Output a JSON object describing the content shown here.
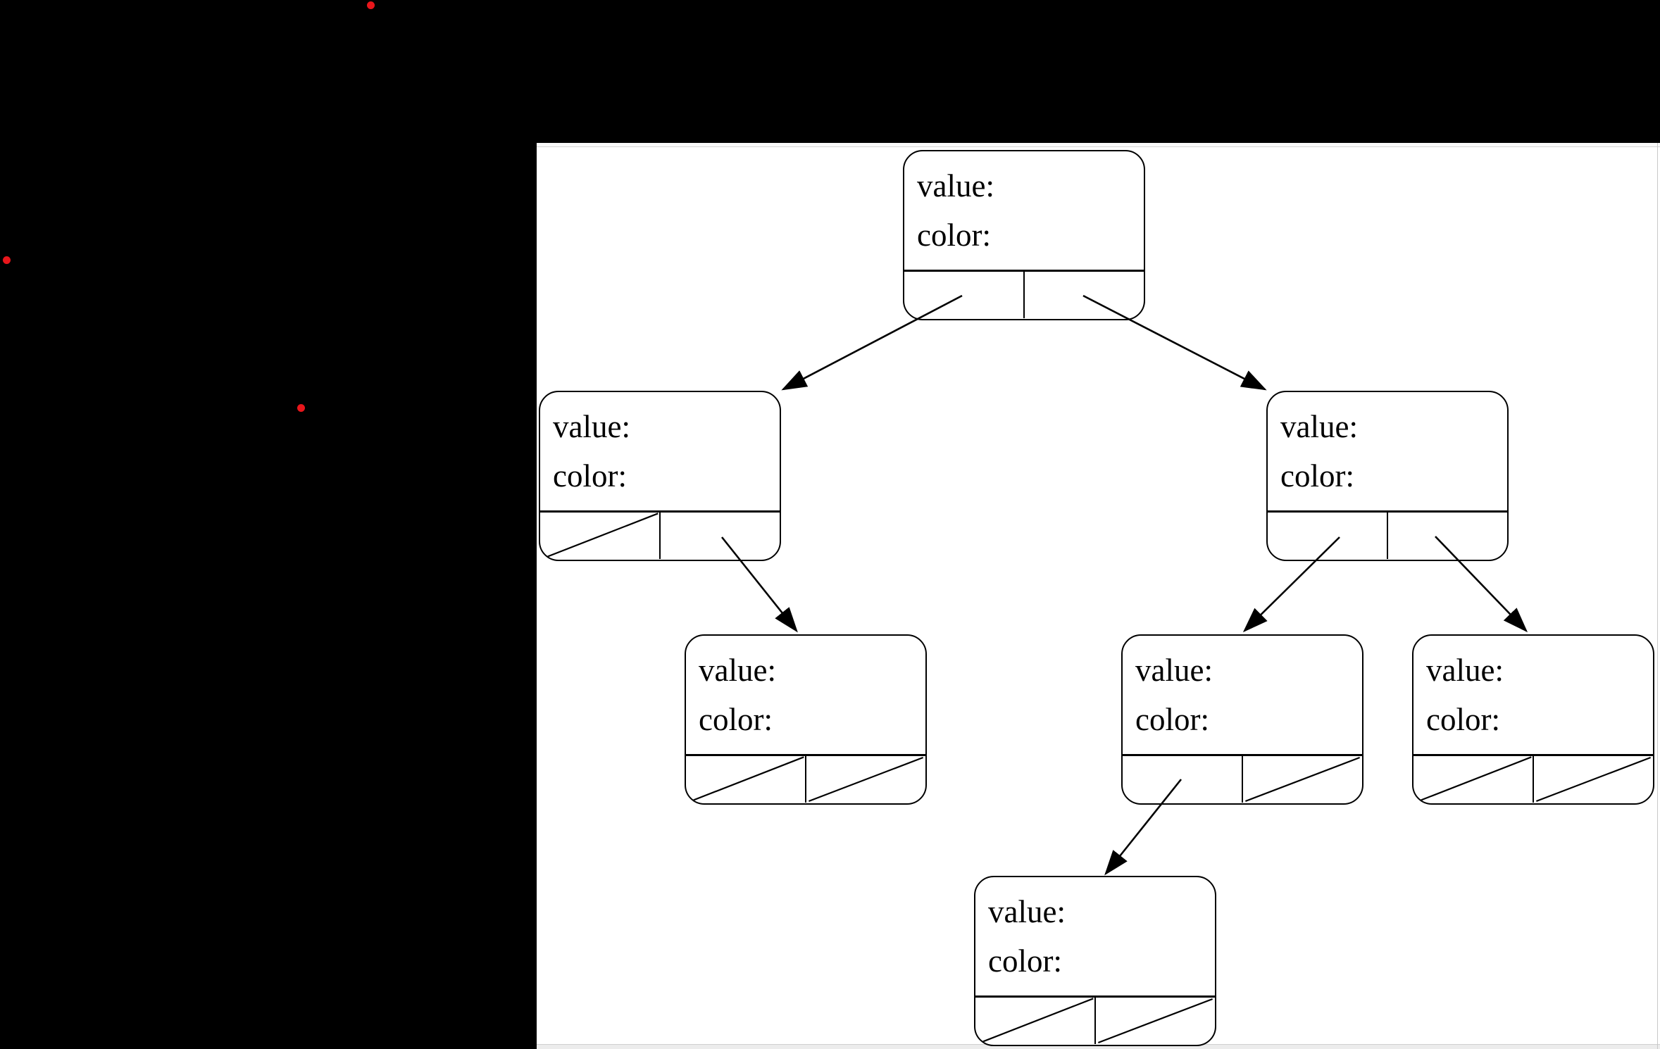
{
  "diagram": {
    "type": "red-black-tree-node-diagram",
    "background_color": "#000000",
    "panel_background_color": "#ffffff",
    "line_color": "#000000",
    "nodes": [
      {
        "id": "root",
        "value_label": "value:",
        "color_label": "color:",
        "left_pointer": "child",
        "right_pointer": "child"
      },
      {
        "id": "left-child",
        "value_label": "value:",
        "color_label": "color:",
        "left_pointer": "null",
        "right_pointer": "child"
      },
      {
        "id": "right-child",
        "value_label": "value:",
        "color_label": "color:",
        "left_pointer": "child",
        "right_pointer": "child"
      },
      {
        "id": "left-right-grandchild",
        "value_label": "value:",
        "color_label": "color:",
        "left_pointer": "null",
        "right_pointer": "null"
      },
      {
        "id": "right-left-grandchild",
        "value_label": "value:",
        "color_label": "color:",
        "left_pointer": "child",
        "right_pointer": "null"
      },
      {
        "id": "right-right-grandchild",
        "value_label": "value:",
        "color_label": "color:",
        "left_pointer": "null",
        "right_pointer": "null"
      },
      {
        "id": "right-left-left-greatgrandchild",
        "value_label": "value:",
        "color_label": "color:",
        "left_pointer": "null",
        "right_pointer": "null"
      }
    ],
    "edges": [
      {
        "from": "root",
        "pointer": "left",
        "to": "left-child"
      },
      {
        "from": "root",
        "pointer": "right",
        "to": "right-child"
      },
      {
        "from": "left-child",
        "pointer": "right",
        "to": "left-right-grandchild"
      },
      {
        "from": "right-child",
        "pointer": "left",
        "to": "right-left-grandchild"
      },
      {
        "from": "right-child",
        "pointer": "right",
        "to": "right-right-grandchild"
      },
      {
        "from": "right-left-grandchild",
        "pointer": "left",
        "to": "right-left-left-greatgrandchild"
      }
    ],
    "marker_dots": {
      "color": "#e8161b",
      "count": 3
    }
  }
}
